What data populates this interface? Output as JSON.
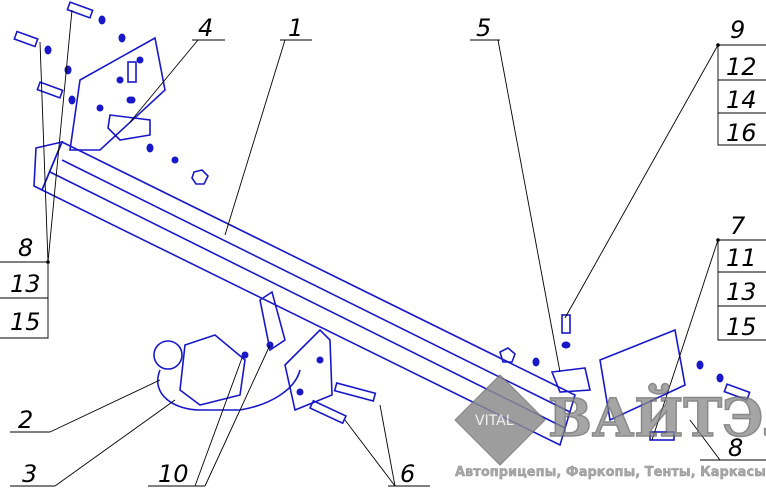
{
  "callouts": {
    "c1": "1",
    "c2": "2",
    "c3": "3",
    "c4": "4",
    "c5": "5",
    "c6": "6",
    "c10": "10",
    "c8_right": "8",
    "stack_left": [
      "8",
      "13",
      "15"
    ],
    "stack_top_right": [
      "9",
      "12",
      "14",
      "16"
    ],
    "stack_mid_right": [
      "7",
      "11",
      "13",
      "15"
    ]
  },
  "watermark": {
    "logo": "VITAL",
    "brand": "ВАЙТЭЛ",
    "tagline": "Автоприцепы, Фаркопы, Тенты, Каркасы"
  },
  "colors": {
    "drawing": "#1818c8",
    "leader": "#000000",
    "watermark": "#8a8a8a"
  }
}
